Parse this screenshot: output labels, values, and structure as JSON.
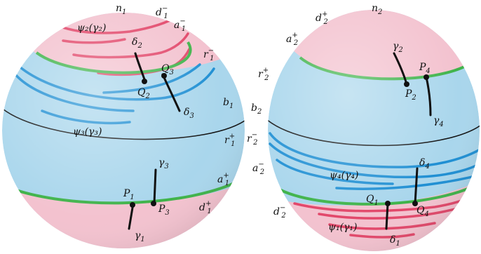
{
  "colors": {
    "band_blue": "#a9d6ec",
    "cap_pink": "#f3c2cf",
    "green_circle": "#3fb34a",
    "equator": "#111111",
    "red_curves": "#e2476a",
    "blue_curves": "#1f8fd3",
    "black_segments": "#111111"
  },
  "left_sphere": {
    "labels": {
      "n1": {
        "base": "n",
        "sub": "1",
        "sup": ""
      },
      "d1m": {
        "base": "d",
        "sub": "1",
        "sup": "−"
      },
      "a1m": {
        "base": "a",
        "sub": "1",
        "sup": "−"
      },
      "psi2": {
        "text": "ψ₂(γ₂)"
      },
      "delta2": {
        "base": "δ",
        "sub": "2",
        "sup": ""
      },
      "r1m": {
        "base": "r",
        "sub": "1",
        "sup": "−"
      },
      "Q3": {
        "base": "Q",
        "sub": "3",
        "sup": ""
      },
      "Q2": {
        "base": "Q",
        "sub": "2",
        "sup": ""
      },
      "b1": {
        "base": "b",
        "sub": "1",
        "sup": ""
      },
      "delta3": {
        "base": "δ",
        "sub": "3",
        "sup": ""
      },
      "psi3": {
        "text": "ψ₃(γ₃)"
      },
      "r1p": {
        "base": "r",
        "sub": "1",
        "sup": "+"
      },
      "gamma3": {
        "base": "γ",
        "sub": "3",
        "sup": ""
      },
      "a1p": {
        "base": "a",
        "sub": "1",
        "sup": "+"
      },
      "P1": {
        "base": "P",
        "sub": "1",
        "sup": ""
      },
      "P3": {
        "base": "P",
        "sub": "3",
        "sup": ""
      },
      "d1p": {
        "base": "d",
        "sub": "1",
        "sup": "+"
      },
      "gamma1": {
        "base": "γ",
        "sub": "1",
        "sup": ""
      }
    }
  },
  "right_sphere": {
    "labels": {
      "n2": {
        "base": "n",
        "sub": "2",
        "sup": ""
      },
      "d2p": {
        "base": "d",
        "sub": "2",
        "sup": "+"
      },
      "a2p": {
        "base": "a",
        "sub": "2",
        "sup": "+"
      },
      "gamma2": {
        "base": "γ",
        "sub": "2",
        "sup": ""
      },
      "r2p": {
        "base": "r",
        "sub": "2",
        "sup": "+"
      },
      "P4": {
        "base": "P",
        "sub": "4",
        "sup": ""
      },
      "P2": {
        "base": "P",
        "sub": "2",
        "sup": ""
      },
      "b2": {
        "base": "b",
        "sub": "2",
        "sup": ""
      },
      "gamma4": {
        "base": "γ",
        "sub": "4",
        "sup": ""
      },
      "r2m": {
        "base": "r",
        "sub": "2",
        "sup": "−"
      },
      "a2m": {
        "base": "a",
        "sub": "2",
        "sup": "−"
      },
      "delta4": {
        "base": "δ",
        "sub": "4",
        "sup": ""
      },
      "psi4": {
        "text": "ψ₄(γ₄)"
      },
      "Q1": {
        "base": "Q",
        "sub": "1",
        "sup": ""
      },
      "Q4": {
        "base": "Q",
        "sub": "4",
        "sup": ""
      },
      "d2m": {
        "base": "d",
        "sub": "2",
        "sup": "−"
      },
      "psi1": {
        "text": "ψ₁(γ₁)"
      },
      "delta1": {
        "base": "δ",
        "sub": "1",
        "sup": ""
      }
    }
  }
}
